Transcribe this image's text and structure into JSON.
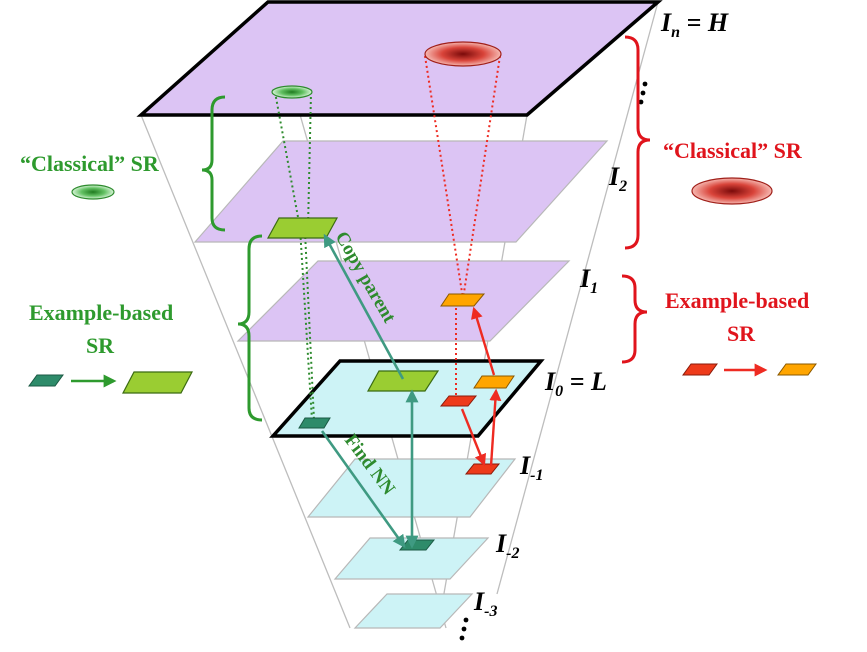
{
  "colors": {
    "upper_plane": "#dcc4f4",
    "lower_plane": "#cdf3f6",
    "green_text": "#2e9a2e",
    "red_text": "#e0141c",
    "arrow_green": "#3f9a82",
    "arrow_red": "#ee2b22",
    "patch_light_green": "#9acd32",
    "patch_dark_green": "#2e8b6a",
    "patch_orange": "#ffa500",
    "patch_red": "#ee3a1a"
  },
  "levels": [
    {
      "base": "I",
      "sub": "n",
      "suffix": " = H"
    },
    {
      "base": "I",
      "sub": "2",
      "suffix": ""
    },
    {
      "base": "I",
      "sub": "1",
      "suffix": ""
    },
    {
      "base": "I",
      "sub": "0",
      "suffix": " = L"
    },
    {
      "base": "I",
      "sub": "-1",
      "suffix": ""
    },
    {
      "base": "I",
      "sub": "-2",
      "suffix": ""
    },
    {
      "base": "I",
      "sub": "-3",
      "suffix": ""
    }
  ],
  "left": {
    "classical_label": "“Classical” SR",
    "example_label_line1": "Example-based",
    "example_label_line2": "SR"
  },
  "right": {
    "classical_label": "“Classical” SR",
    "example_label_line1": "Example-based",
    "example_label_line2": "SR"
  },
  "operations": {
    "copy_parent": "Copy parent",
    "find_nn": "Find NN"
  },
  "ellipsis_icon": "vertical-ellipsis"
}
